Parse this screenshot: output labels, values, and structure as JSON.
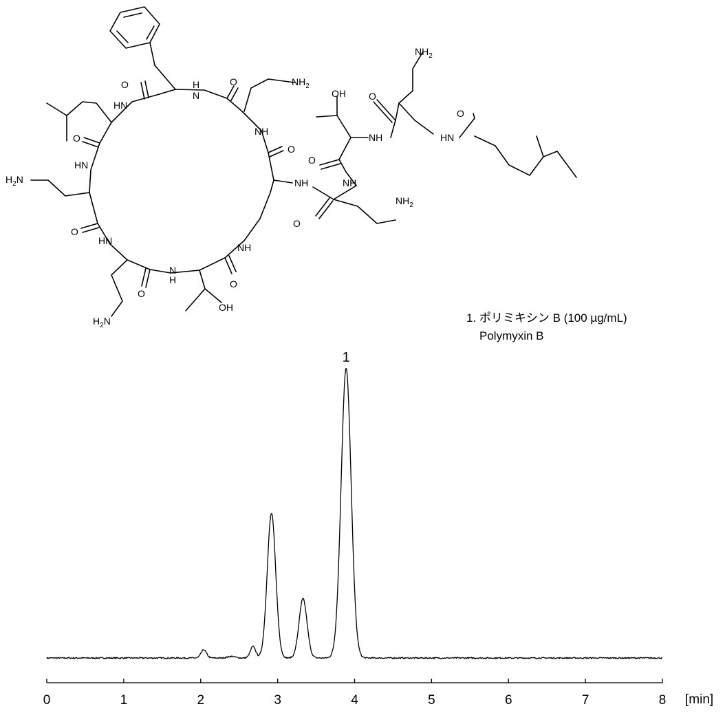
{
  "chart_data": {
    "type": "line",
    "xlabel": "",
    "xunit": "[min]",
    "ylabel": "",
    "xlim": [
      0,
      8
    ],
    "ylim": [
      0,
      1
    ],
    "grid": false,
    "x_ticks": [
      0,
      1,
      2,
      3,
      4,
      5,
      6,
      7,
      8
    ],
    "baseline": 0.03,
    "peaks": [
      {
        "t": 2.04,
        "h": 0.025,
        "w": 0.035
      },
      {
        "t": 2.4,
        "h": 0.005,
        "w": 0.05
      },
      {
        "t": 2.68,
        "h": 0.035,
        "w": 0.035
      },
      {
        "t": 2.92,
        "h": 0.44,
        "w": 0.055
      },
      {
        "t": 3.33,
        "h": 0.18,
        "w": 0.052
      },
      {
        "t": 3.89,
        "h": 0.88,
        "w": 0.065
      }
    ],
    "peak_labels": [
      {
        "label": "1",
        "t": 3.89
      }
    ],
    "legend": {
      "entry": "1. ポリミキシン B (100 µg/mL)",
      "entry_en": "Polymyxin B",
      "placement": "top-right"
    }
  },
  "structure": {
    "labels": {
      "nh": "NH",
      "hn": "HN",
      "n_h": "N",
      "h_only": "H",
      "o": "O",
      "oh": "OH",
      "nh2_prefix": "NH",
      "h2n_prefix": "H",
      "h2n_suffix": "N",
      "two": "2"
    }
  }
}
